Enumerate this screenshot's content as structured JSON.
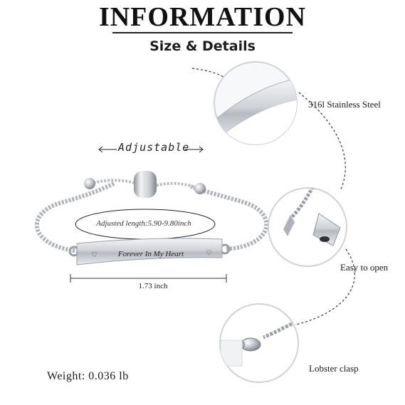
{
  "header": {
    "title": "INFORMATION",
    "subtitle": "Size & Details"
  },
  "product": {
    "adjustable_label": "Adjustable",
    "adjusted_length": "Adjusted length:5.90-9.80inch",
    "engraving": "Forever In My Heart",
    "bar_width": "1.73 inch",
    "weight": "Weight: 0.036 lb"
  },
  "features": [
    {
      "label": "316l Stainless Steel",
      "icon": "steel-bar-closeup"
    },
    {
      "label": "Easy to open",
      "icon": "chain-end-closeup"
    },
    {
      "label": "Lobster clasp",
      "icon": "lobster-clasp-closeup"
    }
  ],
  "colors": {
    "metal": "#c9ccd1",
    "circle_border": "#cfd3d8",
    "dashes": "#333333"
  }
}
